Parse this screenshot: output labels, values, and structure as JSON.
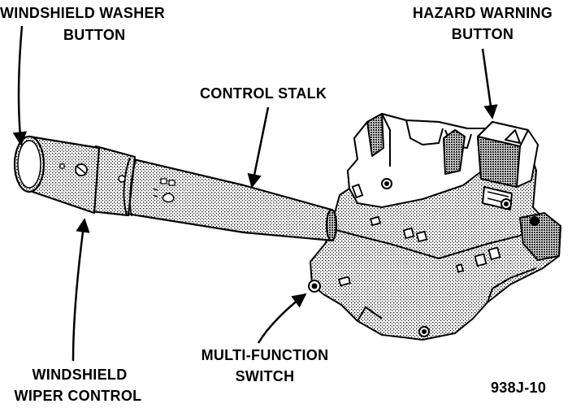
{
  "labels": {
    "washer_line1": "WINDSHIELD WASHER",
    "washer_line2": "BUTTON",
    "hazard_line1": "HAZARD WARNING",
    "hazard_line2": "BUTTON",
    "stalk": "CONTROL STALK",
    "mfs_line1": "MULTI-FUNCTION",
    "mfs_line2": "SWITCH",
    "wiper_line1": "WINDSHIELD",
    "wiper_line2": "WIPER CONTROL"
  },
  "figure_id": "938J-10",
  "colors": {
    "ink": "#000000",
    "paper": "#ffffff"
  }
}
